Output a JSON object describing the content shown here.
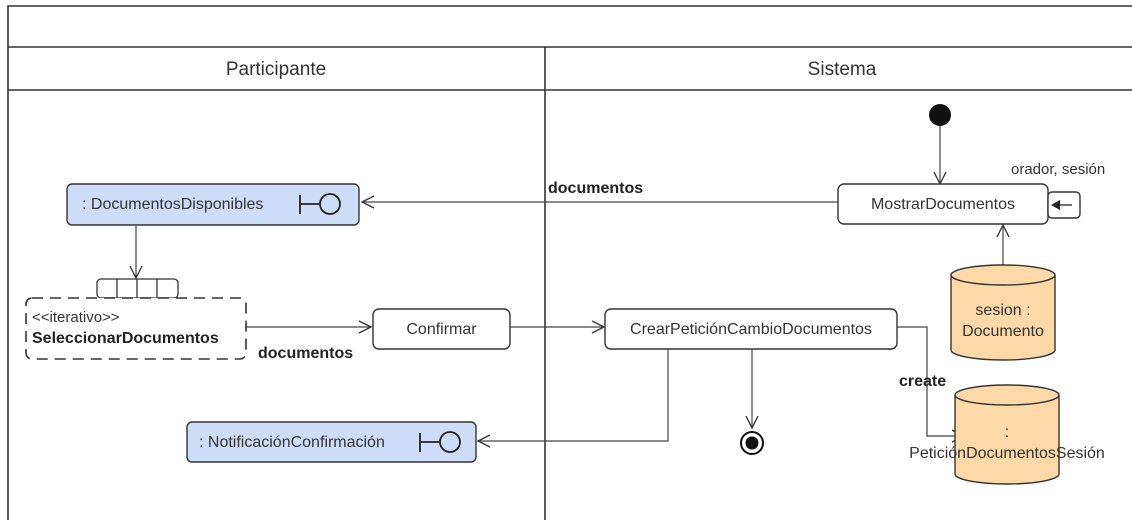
{
  "lanes": {
    "participante": "Participante",
    "sistema": "Sistema"
  },
  "nodes": {
    "documentos_disponibles": ": DocumentosDisponibles",
    "seleccionar_stereotype": "<<iterativo>>",
    "seleccionar_name": "SeleccionarDocumentos",
    "confirmar": "Confirmar",
    "notificacion": ": NotificaciónConfirmación",
    "mostrar_documentos": "MostrarDocumentos",
    "crear_peticion": "CrearPeticiónCambioDocumentos",
    "datastore_sesion_line1": "sesion :",
    "datastore_sesion_line2": "Documento",
    "datastore_peticion_line1": ":",
    "datastore_peticion_line2": "PeticiónDocumentosSesión"
  },
  "edge_labels": {
    "documentos_top": "documentos",
    "documentos_bottom": "documentos",
    "create": "create",
    "params": "orador, sesión"
  },
  "colors": {
    "boundary_fill": "#cddcf7",
    "datastore_fill": "#fdd9a8",
    "stroke": "#333333"
  }
}
